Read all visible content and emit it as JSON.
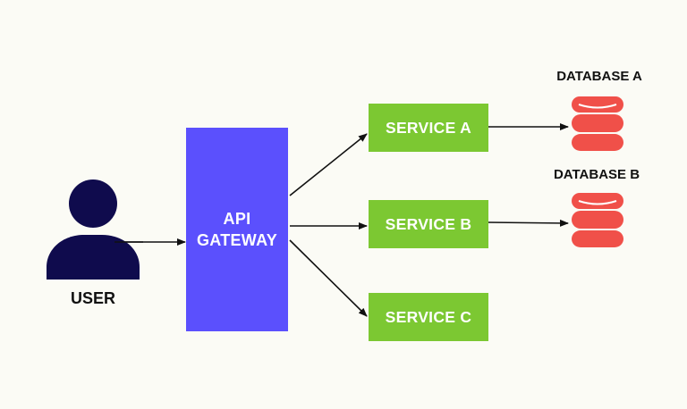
{
  "user": {
    "label": "USER"
  },
  "gateway": {
    "line1": "API",
    "line2": "GATEWAY"
  },
  "services": [
    {
      "label": "SERVICE A"
    },
    {
      "label": "SERVICE B"
    },
    {
      "label": "SERVICE C"
    }
  ],
  "databases": [
    {
      "label": "DATABASE A"
    },
    {
      "label": "DATABASE B"
    }
  ],
  "icons": {
    "user": "user-icon",
    "database": "database-icon"
  },
  "colors": {
    "background": "#fbfbf5",
    "user": "#0f0b4d",
    "gateway": "#5b50fd",
    "service": "#7cc832",
    "database": "#f05049",
    "arrow": "#111111"
  }
}
